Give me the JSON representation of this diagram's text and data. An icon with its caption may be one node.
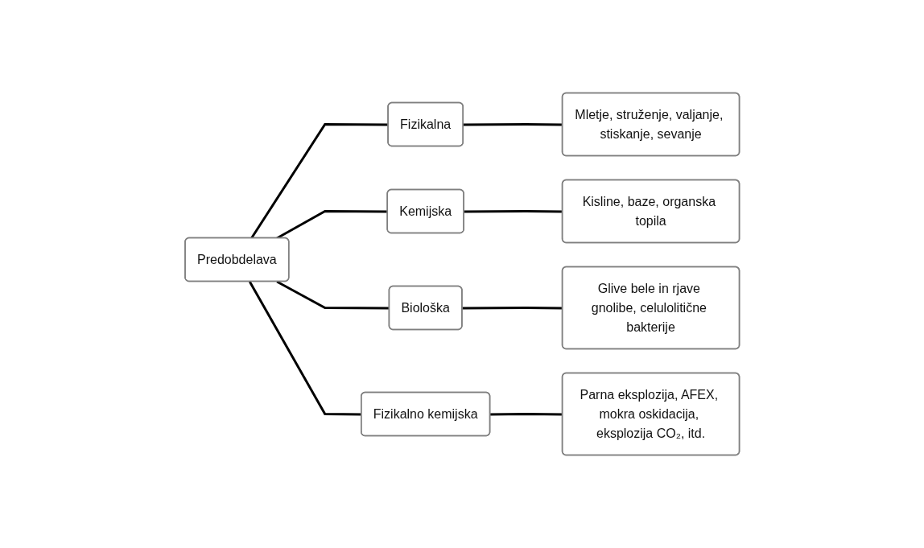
{
  "diagram": {
    "nodes": [
      {
        "text": [
          "Predobdelava"
        ]
      },
      {
        "text": [
          "Fizikalna"
        ]
      },
      {
        "text": [
          "Mletje, struženje, valjanje, stiskanje, sevanje"
        ]
      },
      {
        "text": [
          "Kemijska"
        ]
      },
      {
        "text": [
          "Kisline, baze, organska topila"
        ]
      },
      {
        "text": [
          "Biološka"
        ]
      },
      {
        "text": [
          "Glive bele in rjave gnolibe, celulolitične bakterije"
        ]
      },
      {
        "text": [
          "Fizikalno kemijska"
        ]
      },
      {
        "text": [
          "Parna eksplozija, AFEX, mokra oskidacija, eksplozija CO₂, itd."
        ]
      }
    ],
    "edges": [
      {
        "from": 0,
        "to": 1,
        "arrow": "none"
      },
      {
        "from": 0,
        "to": 3,
        "arrow": "none"
      },
      {
        "from": 0,
        "to": 5,
        "arrow": "none"
      },
      {
        "from": 0,
        "to": 7,
        "arrow": "none"
      },
      {
        "from": 1,
        "to": 2,
        "arrow": "none"
      },
      {
        "from": 3,
        "to": 4,
        "arrow": "none"
      },
      {
        "from": 5,
        "to": 6,
        "arrow": "none"
      },
      {
        "from": 7,
        "to": 8,
        "arrow": "none"
      }
    ]
  }
}
